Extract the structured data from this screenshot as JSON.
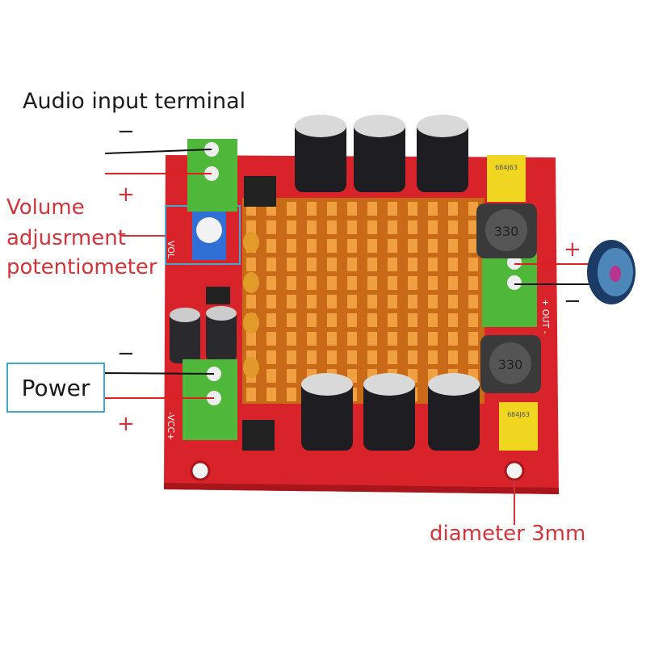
{
  "labels": {
    "audio_input": "Audio input terminal",
    "volume_line1": "Volume",
    "volume_line2": "adjusrment",
    "volume_line3": "potentiometer",
    "power": "Power",
    "diameter": "diameter 3mm"
  },
  "signs": {
    "audio_minus": "−",
    "audio_plus": "+",
    "power_minus": "−",
    "power_plus": "+",
    "speaker_plus": "+",
    "speaker_minus": "−"
  },
  "board_markings": {
    "inductor_top": "330",
    "inductor_bottom": "330",
    "cap_top": "684J63",
    "cap_bottom": "684J63",
    "out": "+ OUT -",
    "vcc": "-VCC+",
    "vol": "VOL"
  },
  "colors": {
    "board": "#d8232a",
    "heatsink": "#e98a2a",
    "terminal": "#4fb83a",
    "annotation_red": "#d1343a",
    "highlight_box": "#45a9c9",
    "capacitor": "#1e1e22"
  }
}
